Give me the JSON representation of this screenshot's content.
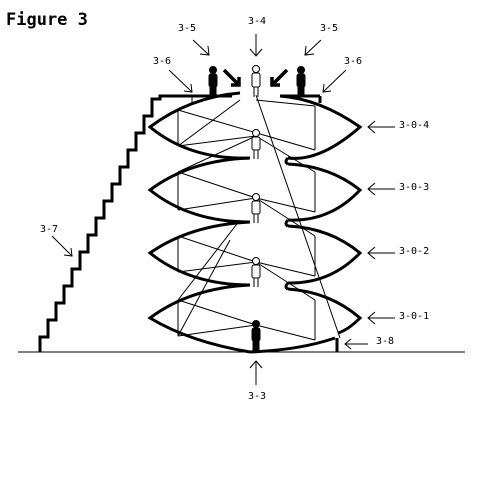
{
  "figure": {
    "title": "Figure 3"
  },
  "labels": {
    "top_center": "3-4",
    "top_left_arrow": "3-5",
    "top_right_arrow": "3-5",
    "edge_left": "3-6",
    "edge_right": "3-6",
    "stairs": "3-7",
    "base": "3-3",
    "side_right": "3-8",
    "level_4": "3-0-4",
    "level_3": "3-0-3",
    "level_2": "3-0-2",
    "level_1": "3-0-1"
  }
}
